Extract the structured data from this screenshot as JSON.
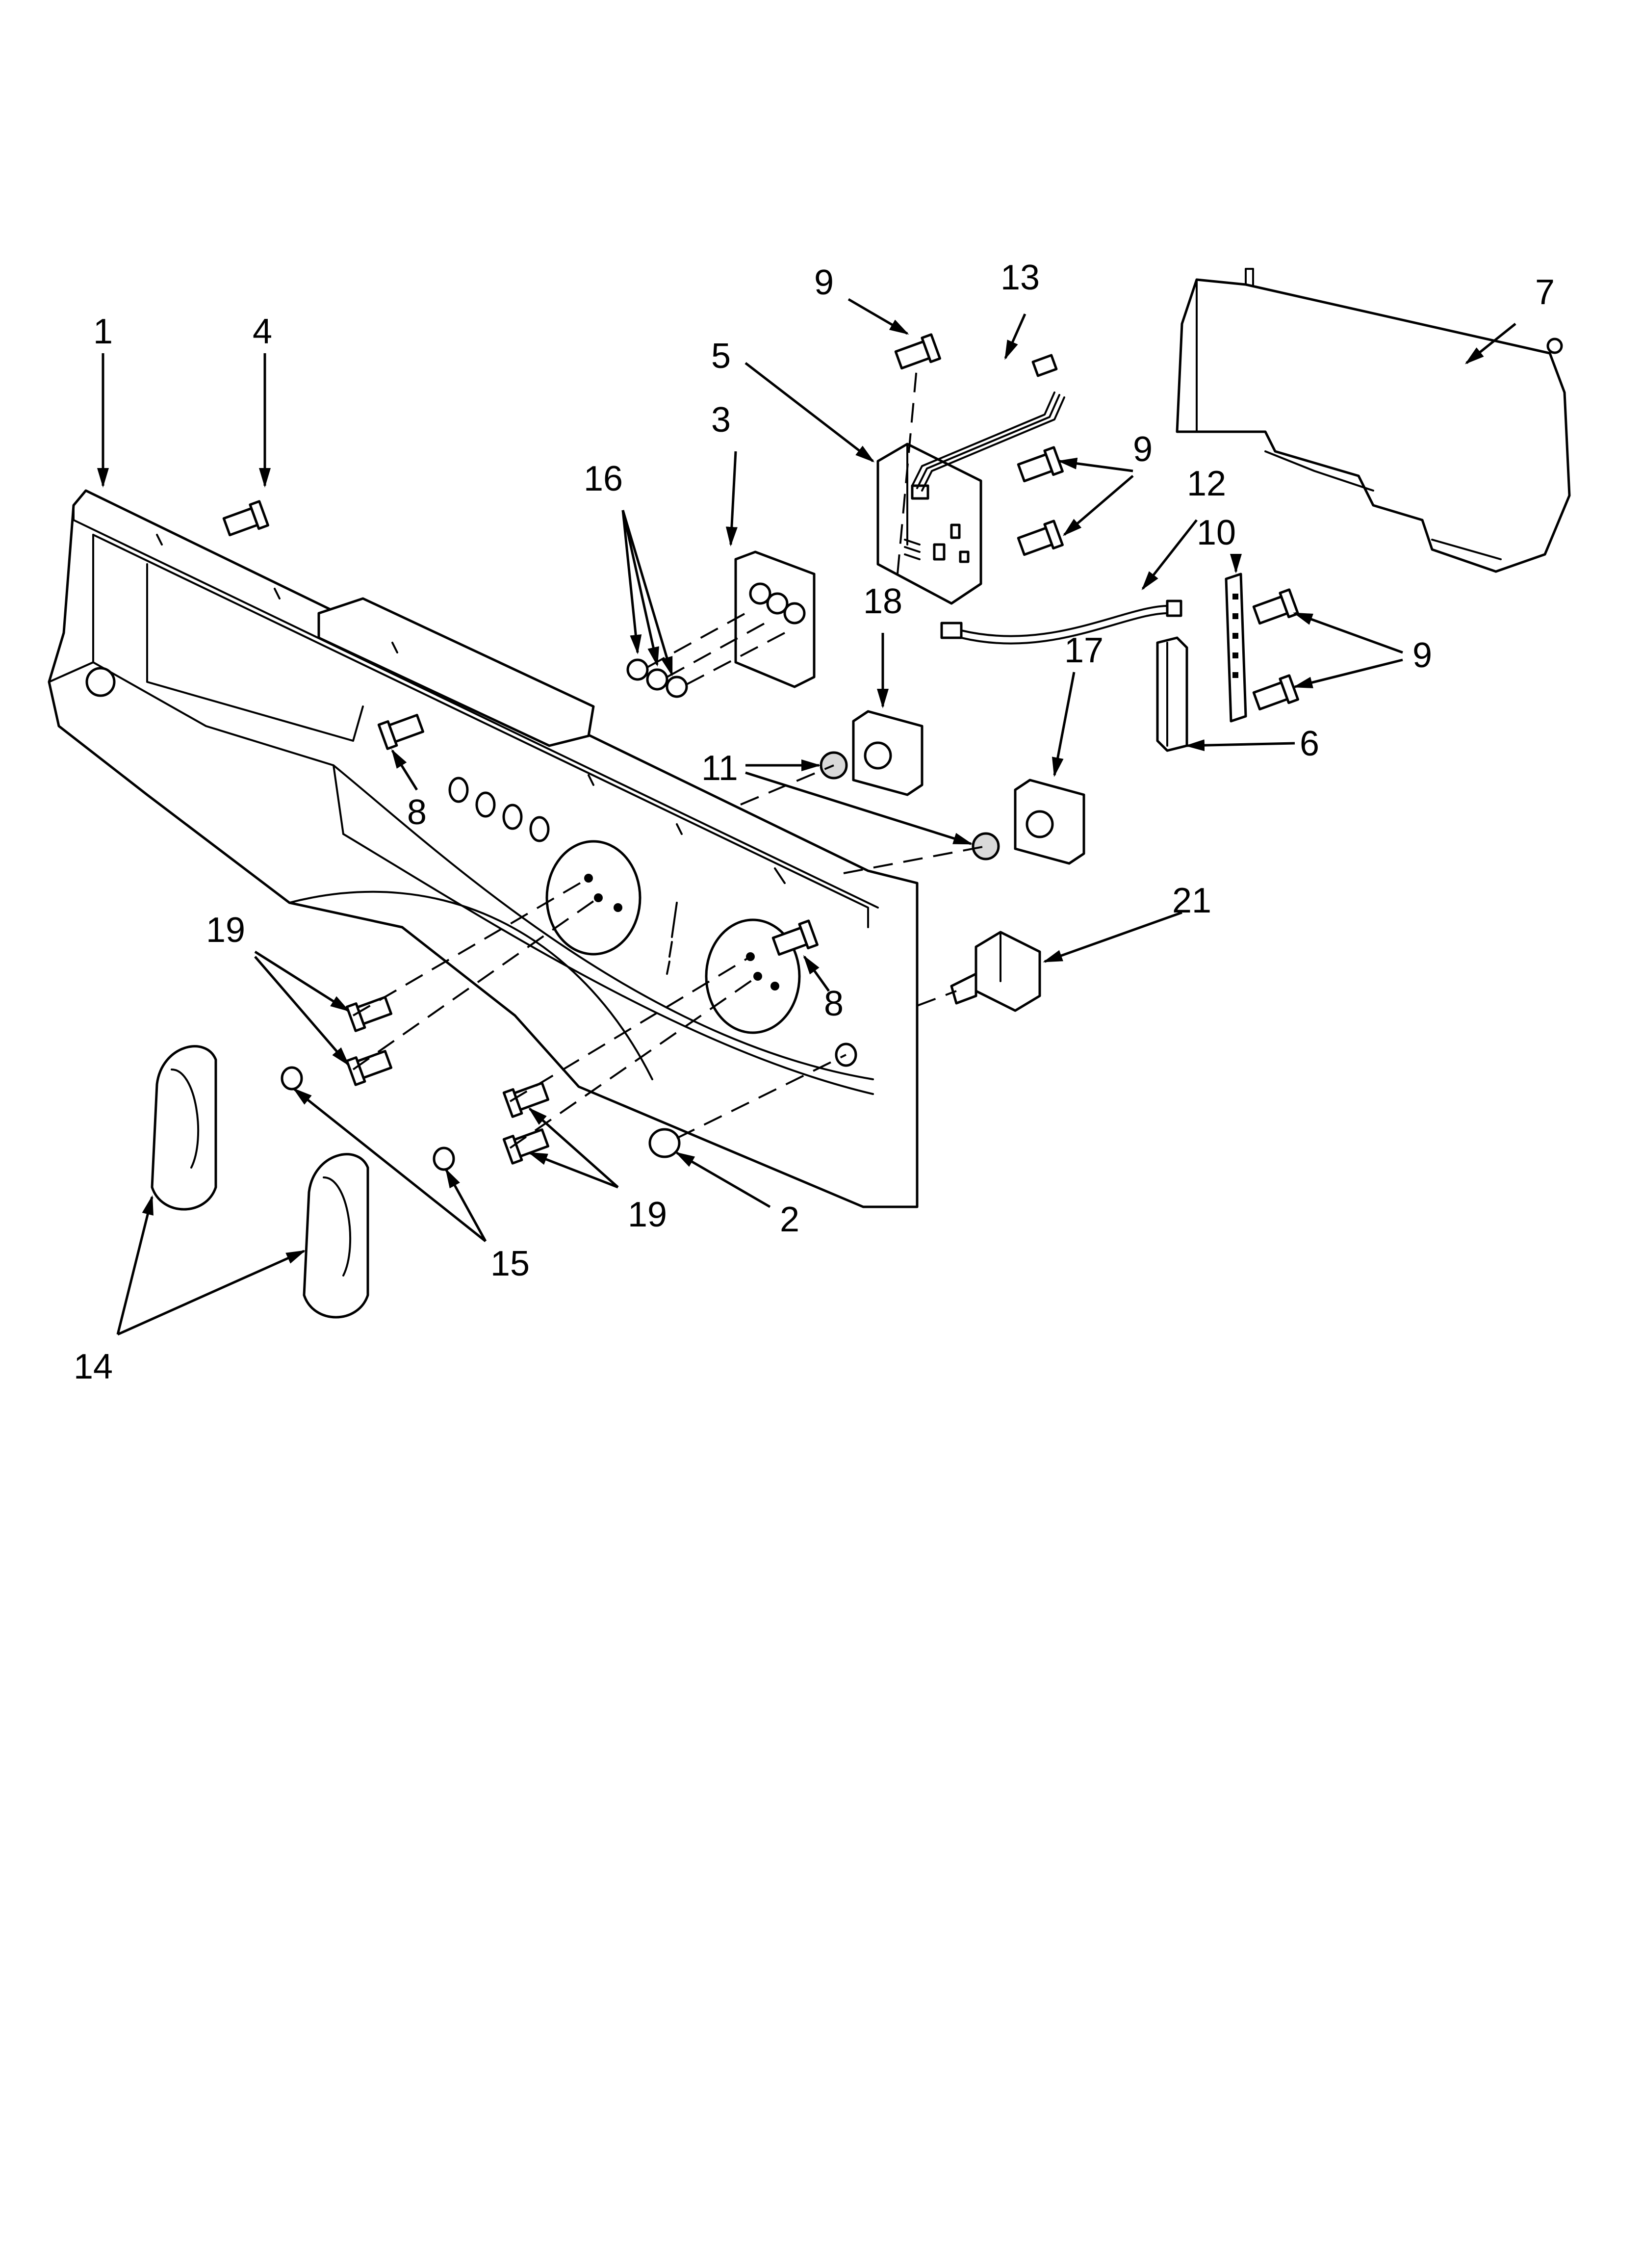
{
  "diagram": {
    "type": "exploded-parts-diagram",
    "colors": {
      "line": "#000000",
      "background": "#ffffff",
      "shade": "#d9d9d9"
    },
    "callouts": [
      {
        "id": "c1",
        "label": "1"
      },
      {
        "id": "c2",
        "label": "2"
      },
      {
        "id": "c3",
        "label": "3"
      },
      {
        "id": "c4",
        "label": "4"
      },
      {
        "id": "c5",
        "label": "5"
      },
      {
        "id": "c6",
        "label": "6"
      },
      {
        "id": "c7",
        "label": "7"
      },
      {
        "id": "c8a",
        "label": "8"
      },
      {
        "id": "c8b",
        "label": "8"
      },
      {
        "id": "c9a",
        "label": "9"
      },
      {
        "id": "c9b",
        "label": "9"
      },
      {
        "id": "c9c",
        "label": "9"
      },
      {
        "id": "c10",
        "label": "10"
      },
      {
        "id": "c11",
        "label": "11"
      },
      {
        "id": "c12",
        "label": "12"
      },
      {
        "id": "c13",
        "label": "13"
      },
      {
        "id": "c14",
        "label": "14"
      },
      {
        "id": "c15",
        "label": "15"
      },
      {
        "id": "c16",
        "label": "16"
      },
      {
        "id": "c17",
        "label": "17"
      },
      {
        "id": "c18",
        "label": "18"
      },
      {
        "id": "c19a",
        "label": "19"
      },
      {
        "id": "c19b",
        "label": "19"
      },
      {
        "id": "c21",
        "label": "21"
      }
    ]
  }
}
